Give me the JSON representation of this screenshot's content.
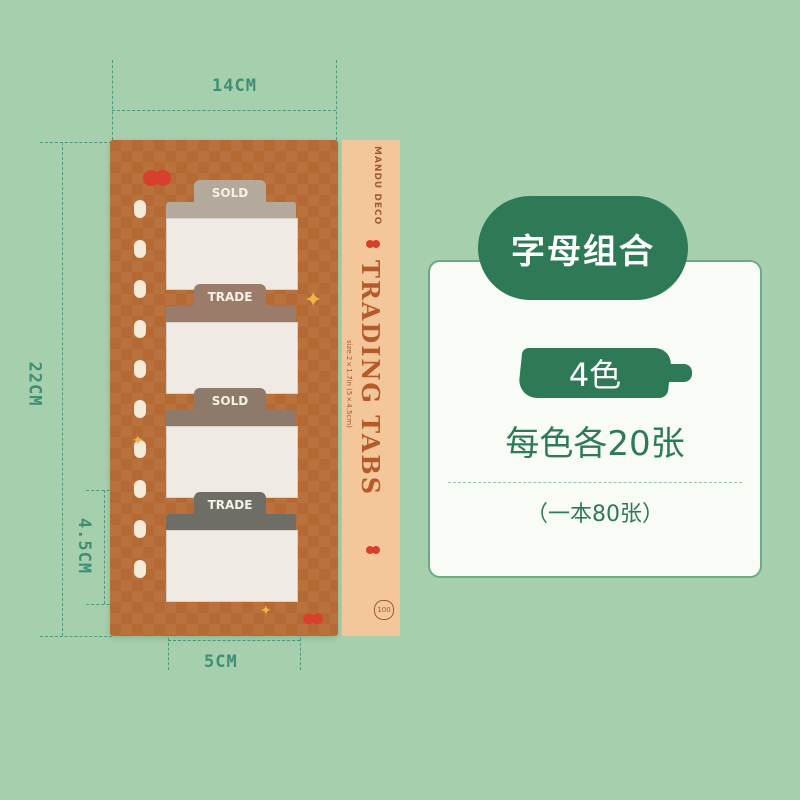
{
  "dimensions": {
    "width_label": "14CM",
    "height_label": "22CM",
    "tab_height_label": "4.5CM",
    "tab_width_label": "5CM"
  },
  "product": {
    "brand": "MANDU DECO",
    "title": "TRADING TABS",
    "size_text": "size:2×1.7in (5×4.5cm)",
    "count_badge": "100",
    "tabs": [
      {
        "label": "SOLD",
        "color": "#b4aa9b"
      },
      {
        "label": "TRADE",
        "color": "#9b7c6a"
      },
      {
        "label": "SOLD",
        "color": "#8e7a6a"
      },
      {
        "label": "TRADE",
        "color": "#6e6e66"
      }
    ]
  },
  "info": {
    "badge": "字母组合",
    "colors": "4色",
    "per_color": "每色各20张",
    "note": "（一本80张）"
  },
  "colors": {
    "background": "#a6cfad",
    "accent": "#2e7a57",
    "card": "#b56a33"
  }
}
